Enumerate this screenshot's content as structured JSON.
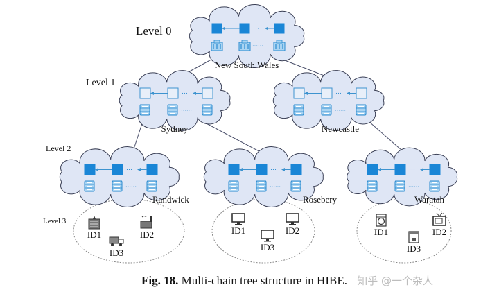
{
  "figure": {
    "caption_label": "Fig. 18.",
    "caption_text": "Multi-chain tree structure in HIBE.",
    "watermark": "知乎 @一个杂人"
  },
  "colors": {
    "cloud_fill": "#dfe6f5",
    "cloud_stroke": "#3a3f55",
    "block_solid": "#1a86d6",
    "block_outline": "#3d93cf",
    "edge": "#4a4f6a",
    "ellipse": "#888888"
  },
  "levels": [
    "Level 0",
    "Level 1",
    "Level 2",
    "Level 3"
  ],
  "nodes": [
    {
      "id": "nsw",
      "name": "New South Wales",
      "level": 0,
      "block_style": "solid",
      "store_icon": "building-storage-icon"
    },
    {
      "id": "syd",
      "name": "Sydney",
      "level": 1,
      "block_style": "outline",
      "store_icon": "server-icon"
    },
    {
      "id": "new",
      "name": "Newcastle",
      "level": 1,
      "block_style": "outline",
      "store_icon": "server-icon"
    },
    {
      "id": "ran",
      "name": "Randwick",
      "level": 2,
      "block_style": "solid",
      "store_icon": "server-icon"
    },
    {
      "id": "ros",
      "name": "Rosebery",
      "level": 2,
      "block_style": "solid",
      "store_icon": "server-icon"
    },
    {
      "id": "war",
      "name": "Waratah",
      "level": 2,
      "block_style": "solid",
      "store_icon": "server-icon"
    }
  ],
  "edges": [
    [
      "nsw",
      "syd"
    ],
    [
      "nsw",
      "new"
    ],
    [
      "syd",
      "ran"
    ],
    [
      "syd",
      "ros"
    ],
    [
      "new",
      "war"
    ]
  ],
  "devices": {
    "ran": [
      {
        "label": "ID1",
        "icon": "office-building-icon"
      },
      {
        "label": "ID2",
        "icon": "factory-icon"
      },
      {
        "label": "ID3",
        "icon": "delivery-truck-icon"
      }
    ],
    "ros": [
      {
        "label": "ID1",
        "icon": "monitor-icon"
      },
      {
        "label": "ID2",
        "icon": "monitor-icon"
      },
      {
        "label": "ID3",
        "icon": "monitor-icon"
      }
    ],
    "war": [
      {
        "label": "ID1",
        "icon": "washing-machine-icon"
      },
      {
        "label": "ID2",
        "icon": "television-icon"
      },
      {
        "label": "ID3",
        "icon": "coffee-machine-icon"
      }
    ]
  },
  "chain_ellipsis": "···",
  "store_ellipsis": "······"
}
